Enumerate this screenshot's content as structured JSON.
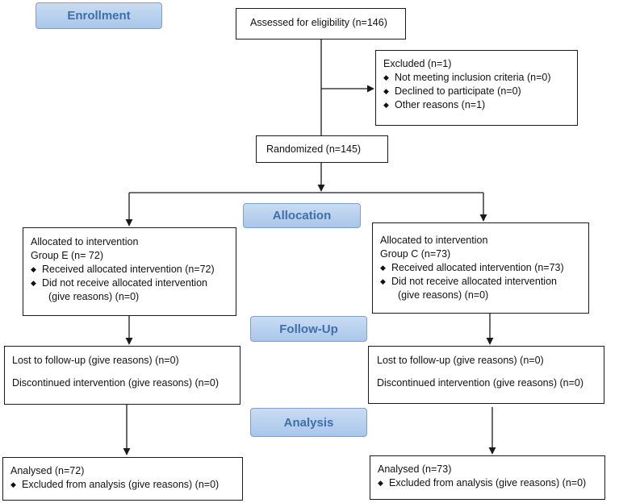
{
  "stages": {
    "enrollment": "Enrollment",
    "allocation": "Allocation",
    "follow_up": "Follow-Up",
    "analysis": "Analysis"
  },
  "assessed": "Assessed for eligibility (n=146)",
  "excluded": {
    "title": "Excluded (n=1)",
    "items": [
      "Not meeting inclusion criteria (n=0)",
      "Declined to participate (n=0)",
      "Other reasons (n=1)"
    ]
  },
  "randomized": "Randomized (n=145)",
  "bullet": "◆",
  "group_e": {
    "allocation_title": "Allocated to intervention",
    "group_label": "Group E (n= 72)",
    "received": "Received allocated intervention (n=72)",
    "not_received": "Did not receive allocated intervention",
    "not_received_reasons": "(give reasons) (n=0)",
    "lost": "Lost to follow-up (give reasons) (n=0)",
    "discontinued": "Discontinued intervention (give reasons) (n=0)",
    "analysed": "Analysed (n=72)",
    "excluded_analysis": "Excluded from analysis (give reasons) (n=0)"
  },
  "group_c": {
    "allocation_title": "Allocated to intervention",
    "group_label": "Group C (n=73)",
    "received": "Received allocated intervention (n=73)",
    "not_received": "Did not receive allocated intervention",
    "not_received_reasons": "(give reasons) (n=0)",
    "lost": "Lost to follow-up (give reasons) (n=0)",
    "discontinued": "Discontinued intervention (give reasons) (n=0)",
    "analysed": "Analysed (n=73)",
    "excluded_analysis": "Excluded from analysis (give reasons) (n=0)"
  },
  "colors": {
    "stage_fill": "#b5cfee",
    "stage_text": "#3f6fa8",
    "line": "#1a1a1a"
  }
}
